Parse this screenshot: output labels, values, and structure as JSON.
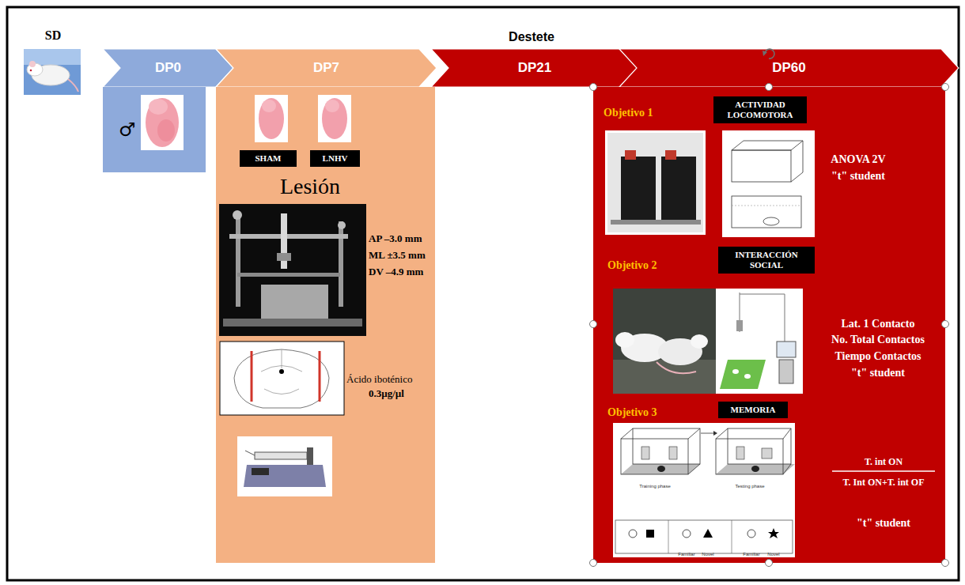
{
  "diagram": {
    "nodes": [
      {
        "text": [
          "DP0"
        ]
      },
      {
        "text": [
          "DP7"
        ]
      },
      {
        "text": [
          "DP21"
        ]
      },
      {
        "text": [
          "DP60"
        ]
      },
      {
        "text": [
          "♂"
        ]
      },
      {
        "text": [
          "Lesión",
          "AP –3.0 mm",
          "ML ±3.5 mm",
          "DV –4.9 mm",
          "Ácido iboténico",
          "0.3µg/µl"
        ]
      },
      {
        "text": [
          "SHAM"
        ],
        "in": 5
      },
      {
        "text": [
          "LNHV"
        ],
        "in": 5
      },
      {
        "text": [
          "Objetivo 1",
          "ANOVA 2V",
          "\"t\" student",
          "Objetivo 2",
          "Lat. 1 Contacto",
          "No. Total Contactos",
          "Tiempo Contactos",
          "\"t\" student",
          "Objetivo 3",
          "T. int ON",
          "T. Int ON+T. int OF",
          "\"t\" student"
        ]
      },
      {
        "text": [
          "ACTIVIDAD LOCOMOTORA"
        ],
        "in": 8
      },
      {
        "text": [
          "INTERACCIÓN SOCIAL"
        ],
        "in": 8
      },
      {
        "text": [
          "MEMORIA"
        ],
        "in": 8
      }
    ],
    "labels": [
      "SD",
      "Destete",
      "Training phase",
      "Testing phase",
      "Familiar",
      "Novel",
      "Familiar",
      "Novel"
    ]
  }
}
